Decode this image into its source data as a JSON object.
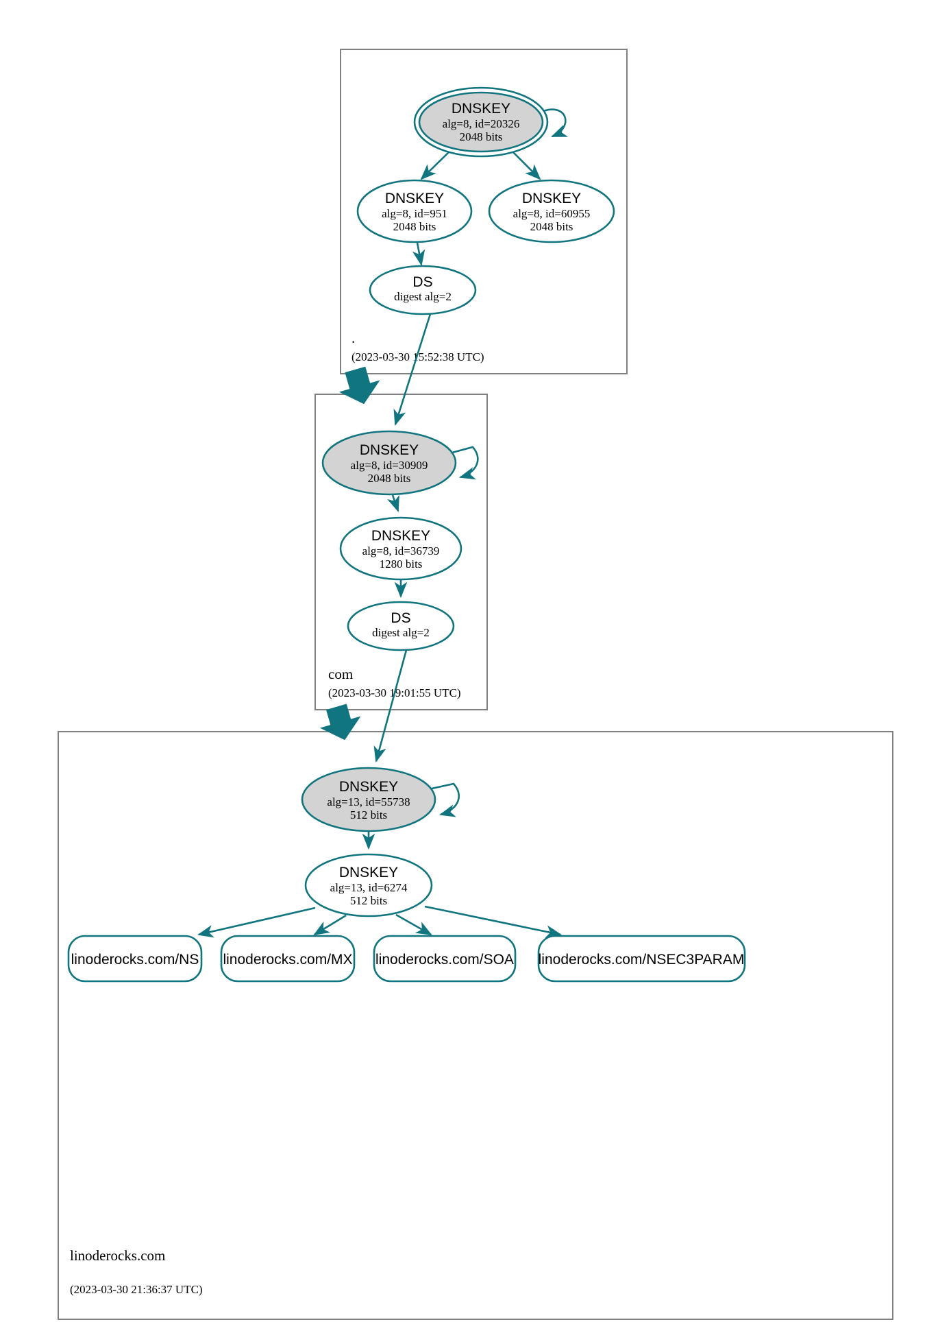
{
  "diagram": {
    "type": "dnssec-chain-of-trust",
    "colors": {
      "accent": "#11757f",
      "zone_border": "#808080",
      "sep_fill": "#d3d3d3",
      "node_fill": "#ffffff",
      "background": "#ffffff"
    }
  },
  "zones": [
    {
      "id": "root",
      "name": ".",
      "timestamp": "(2023-03-30 15:52:38 UTC)",
      "nodes": [
        {
          "id": "root-ksk",
          "kind": "DNSKEY",
          "title": "DNSKEY",
          "line2": "alg=8, id=20326",
          "line3": "2048 bits",
          "sep": true,
          "trust_anchor": true,
          "self_signed": true
        },
        {
          "id": "root-zsk-951",
          "kind": "DNSKEY",
          "title": "DNSKEY",
          "line2": "alg=8, id=951",
          "line3": "2048 bits",
          "sep": false,
          "trust_anchor": false,
          "self_signed": false
        },
        {
          "id": "root-zsk-60955",
          "kind": "DNSKEY",
          "title": "DNSKEY",
          "line2": "alg=8, id=60955",
          "line3": "2048 bits",
          "sep": false,
          "trust_anchor": false,
          "self_signed": false
        },
        {
          "id": "root-ds",
          "kind": "DS",
          "title": "DS",
          "line2": "digest alg=2",
          "line3": "",
          "sep": false,
          "trust_anchor": false,
          "self_signed": false
        }
      ]
    },
    {
      "id": "com",
      "name": "com",
      "timestamp": "(2023-03-30 19:01:55 UTC)",
      "nodes": [
        {
          "id": "com-ksk",
          "kind": "DNSKEY",
          "title": "DNSKEY",
          "line2": "alg=8, id=30909",
          "line3": "2048 bits",
          "sep": true,
          "trust_anchor": false,
          "self_signed": true
        },
        {
          "id": "com-zsk",
          "kind": "DNSKEY",
          "title": "DNSKEY",
          "line2": "alg=8, id=36739",
          "line3": "1280 bits",
          "sep": false,
          "trust_anchor": false,
          "self_signed": false
        },
        {
          "id": "com-ds",
          "kind": "DS",
          "title": "DS",
          "line2": "digest alg=2",
          "line3": "",
          "sep": false,
          "trust_anchor": false,
          "self_signed": false
        }
      ]
    },
    {
      "id": "linoderocks",
      "name": "linoderocks.com",
      "timestamp": "(2023-03-30 21:36:37 UTC)",
      "nodes": [
        {
          "id": "lr-ksk",
          "kind": "DNSKEY",
          "title": "DNSKEY",
          "line2": "alg=13, id=55738",
          "line3": "512 bits",
          "sep": true,
          "trust_anchor": false,
          "self_signed": true
        },
        {
          "id": "lr-zsk",
          "kind": "DNSKEY",
          "title": "DNSKEY",
          "line2": "alg=13, id=6274",
          "line3": "512 bits",
          "sep": false,
          "trust_anchor": false,
          "self_signed": false
        }
      ],
      "rrsets": [
        {
          "id": "rrset-ns",
          "label": "linoderocks.com/NS"
        },
        {
          "id": "rrset-mx",
          "label": "linoderocks.com/MX"
        },
        {
          "id": "rrset-soa",
          "label": "linoderocks.com/SOA"
        },
        {
          "id": "rrset-nsec3param",
          "label": "linoderocks.com/NSEC3PARAM"
        }
      ]
    }
  ]
}
